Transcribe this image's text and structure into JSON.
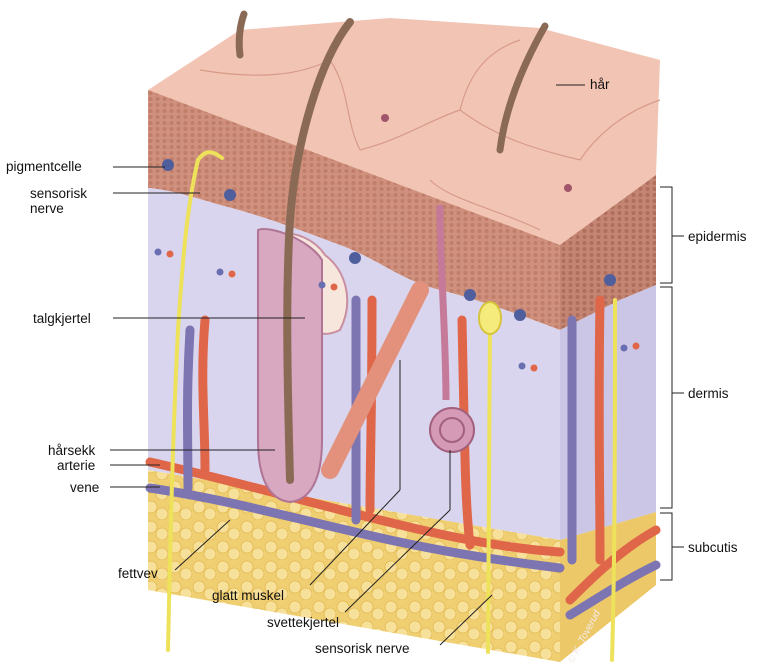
{
  "labels": {
    "hair": "hår",
    "pigment_cell": "pigmentcelle",
    "sensory_nerve_top": "sensorisk\nnerve",
    "sebaceous_gland": "talgkjertel",
    "hair_follicle": "hårsekk",
    "artery": "arterie",
    "vein": "vene",
    "fat_tissue": "fettvev",
    "smooth_muscle": "glatt muskel",
    "sweat_gland": "svettekjertel",
    "sensory_nerve_bottom": "sensorisk nerve",
    "epidermis": "epidermis",
    "dermis": "dermis",
    "subcutis": "subcutis"
  },
  "credit": "© K. Toverud",
  "colors": {
    "skin_top": "#f2c4b4",
    "epidermis": "#c98a78",
    "dermis": "#d7d3ec",
    "fat": "#f2d57e",
    "artery": "#e0664a",
    "vein": "#7d74b2",
    "nerve": "#ede25a",
    "hair": "#8b6a55",
    "pigment": "#4f5e9c"
  }
}
